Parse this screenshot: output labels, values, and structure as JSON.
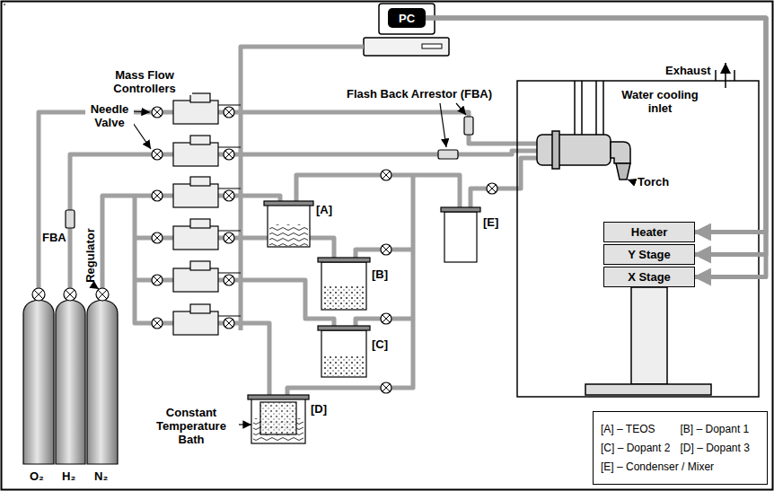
{
  "diagram": {
    "nodes": [
      {
        "text": [
          "PC"
        ]
      },
      {
        "text": [
          "Heater"
        ]
      },
      {
        "text": [
          "Y Stage"
        ]
      },
      {
        "text": [
          "X Stage"
        ]
      },
      {
        "text": [
          "[A] – TEOS",
          "[B] – Dopant 1",
          "[C] – Dopant 2",
          "[D] – Dopant 3",
          "[E] – Condenser / Mixer"
        ]
      }
    ],
    "edges": [
      {
        "from": 0,
        "to": 1,
        "arrow": "to"
      },
      {
        "from": 0,
        "to": 2,
        "arrow": "to"
      },
      {
        "from": 0,
        "to": 3,
        "arrow": "to"
      }
    ],
    "labels": [
      "Mass Flow Controllers",
      "Needle Valve",
      "Regulator",
      "FBA",
      "Flash Back Arrestor (FBA)",
      "Water cooling inlet",
      "Torch",
      "Exhaust",
      "[A]",
      "[B]",
      "[C]",
      "[D]",
      "[E]",
      "Constant Temperature Bath",
      "O₂",
      "H₂",
      "N₂"
    ]
  }
}
